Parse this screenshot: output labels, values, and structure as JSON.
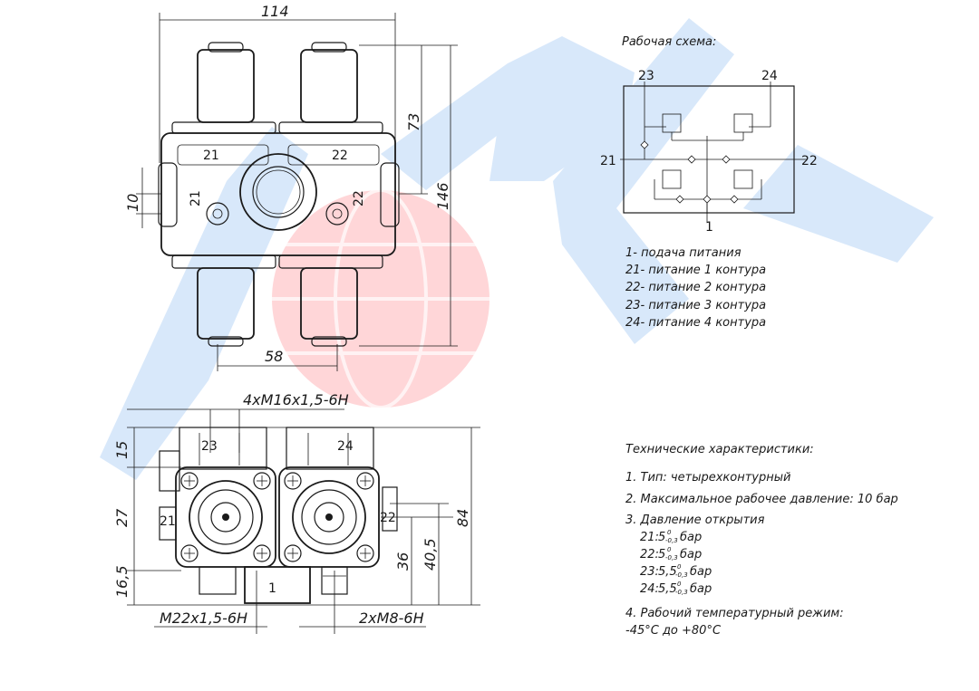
{
  "drawing": {
    "dims": {
      "width_top": "114",
      "h73": "73",
      "h146": "146",
      "d10": "10",
      "d58": "58",
      "thread_ports": "4xM16x1,5-6H",
      "d15": "15",
      "d27": "27",
      "d16_5": "16,5",
      "d36": "36",
      "d40_5": "40,5",
      "d84": "84",
      "thread_supply": "M22x1,5-6H",
      "thread_mount": "2xM8-6H"
    },
    "ports": {
      "p21": "21",
      "p22": "22",
      "p23": "23",
      "p24": "24",
      "p1": "1"
    }
  },
  "schema": {
    "title": "Рабочая схема:",
    "port_labels": {
      "p23": "23",
      "p24": "24",
      "p21": "21",
      "p22": "22",
      "p1": "1"
    },
    "legend": [
      "1- подача питания",
      "21- питание 1 контура",
      "22- питание 2 контура",
      "23- питание 3 контура",
      "24- питание 4 контура"
    ]
  },
  "specs": {
    "title": "Технические характеристики:",
    "item1": "1. Тип: четырехконтурный",
    "item2": "2. Максимальное рабочее давление: 10 бар",
    "item3": "3. Давление открытия",
    "p21": {
      "port": "21:",
      "value": "5",
      "upper": "0",
      "lower": "-0,3",
      "unit": "бар"
    },
    "p22": {
      "port": "22:",
      "value": "5",
      "upper": "0",
      "lower": "-0,3",
      "unit": "бар"
    },
    "p23": {
      "port": "23:",
      "value": "5,5",
      "upper": "0",
      "lower": "-0,3",
      "unit": "бар"
    },
    "p24": {
      "port": "24:",
      "value": "5,5",
      "upper": "0",
      "lower": "-0,3",
      "unit": "бар"
    },
    "item4": "4. Рабочий температурный режим:",
    "temp": "-45°C до +80°C"
  },
  "colors": {
    "watermark_blue": "#1e78d8",
    "watermark_red": "#e8303a",
    "line": "#1a1a1a"
  }
}
